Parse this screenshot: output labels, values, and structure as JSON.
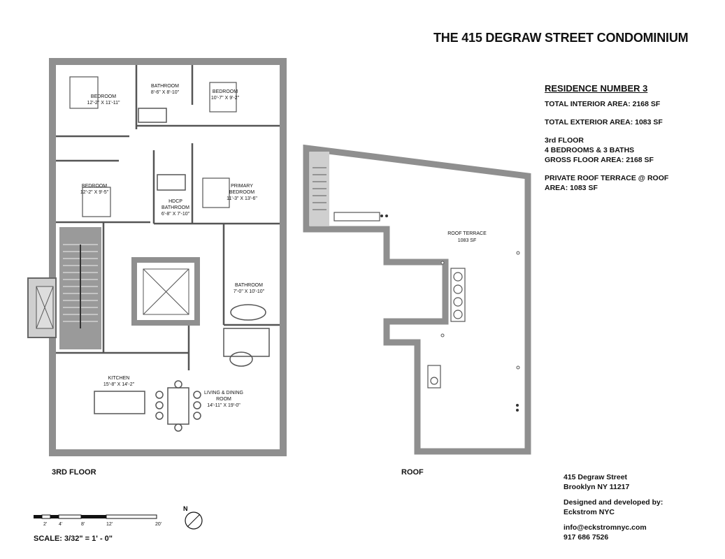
{
  "title": "THE 415 DEGRAW STREET CONDOMINIUM",
  "info": {
    "residence": "RESIDENCE NUMBER 3",
    "lines": [
      "TOTAL INTERIOR AREA: 2168 SF",
      "",
      "TOTAL EXTERIOR AREA: 1083 SF",
      "",
      "3rd FLOOR",
      "4 BEDROOMS & 3 BATHS",
      "GROSS FLOOR AREA: 2168 SF",
      "",
      "PRIVATE ROOF TERRACE @ ROOF",
      "AREA: 1083 SF"
    ]
  },
  "plans": {
    "third_floor_caption": "3RD FLOOR",
    "roof_caption": "ROOF"
  },
  "rooms": {
    "bedroom1": {
      "name": "BEDROOM",
      "dim": "12'-2\" X 11'-11\""
    },
    "bath1": {
      "name": "BATHROOM",
      "dim": "8'-6\" X 8'-10\""
    },
    "bedroom2": {
      "name": "BEDROOM",
      "dim": "10'-7\" X 9'-2\""
    },
    "bedroom3": {
      "name": "BEDROOM",
      "dim": "12'-2\" X 9'-5\""
    },
    "hdcp_bath": {
      "name1": "HDCP",
      "name2": "BATHROOM",
      "dim": "6'-8\" X 7'-10\""
    },
    "primary": {
      "name1": "PRIMARY",
      "name2": "BEDROOM",
      "dim": "11'-3\" X 13'-6\""
    },
    "bath3": {
      "name": "BATHROOM",
      "dim": "7'-0\" X 10'-10\""
    },
    "kitchen": {
      "name": "KITCHEN",
      "dim": "15'-8\" X 14'-2\""
    },
    "living": {
      "name1": "LIVING & DINING",
      "name2": "ROOM",
      "dim": "14'-11\" X 19'-0\""
    },
    "roof_terrace": {
      "name": "ROOF TERRACE",
      "area": "1083 SF"
    }
  },
  "scale": {
    "ticks": [
      "2'",
      "4'",
      "8'",
      "12'",
      "20'"
    ],
    "label": "SCALE: 3/32\" = 1' - 0\"",
    "north": "N"
  },
  "address": {
    "street": "415 Degraw Street",
    "city": "Brooklyn NY 11217",
    "designed_label": "Designed and developed by:",
    "developer": "Eckstrom NYC",
    "email": "info@eckstromnyc.com",
    "phone": "917 686 7526"
  }
}
